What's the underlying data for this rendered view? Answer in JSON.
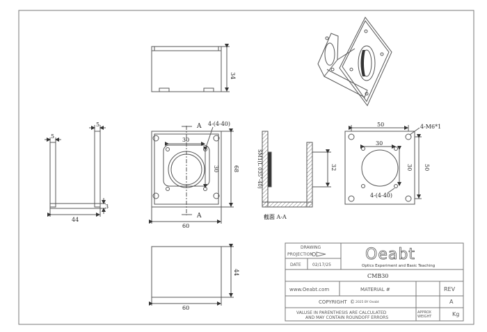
{
  "views": {
    "top": {
      "dim_height": "34"
    },
    "side_left": {
      "dim_top": "5",
      "dim_left_top": "5",
      "dim_width": "44",
      "dim_thickness": "3"
    },
    "front": {
      "section_label_top": "A",
      "section_label_bottom": "A",
      "hole_note": "4-(4-40)",
      "dim_inner_width": "30",
      "dim_inner_height": "30",
      "dim_height": "68",
      "dim_width": "60"
    },
    "section": {
      "thread_note": "SM1(L 035\"-40)",
      "dim_height": "32",
      "caption": "截面 A-A"
    },
    "rear": {
      "dim_width": "50",
      "hole_note": "4-M6*1",
      "dim_inner_width": "30",
      "dim_inner_height": "30",
      "dim_height": "50",
      "hole_note_bottom": "4-(4-40)"
    },
    "bottom": {
      "dim_height": "44",
      "dim_width": "60"
    }
  },
  "title_block": {
    "drawing_label": "DRAWING",
    "projection_label": "PROJECTION",
    "date_label": "DATE",
    "date_value": "02/17/25",
    "logo_text": "Oeabt",
    "logo_subtitle": "Optics Experiment and Basic Teaching",
    "part_number": "CMB30",
    "website": "www.Oeabt.com",
    "material": "MATERIAL #",
    "rev_label": "REV",
    "rev_value": "A",
    "copyright": "COPYRIGHT",
    "copyright_small": "2025 BY Oeabt",
    "disclaimer_line1": "VALUSE IN PARENTHESIS ARE CALCULATED",
    "disclaimer_line2": "AND MAY CONTAIN ROUNDOFF ERRORS",
    "approx_label": "APPROX",
    "weight_label": "WEIGHT",
    "weight_unit": "Kg"
  }
}
